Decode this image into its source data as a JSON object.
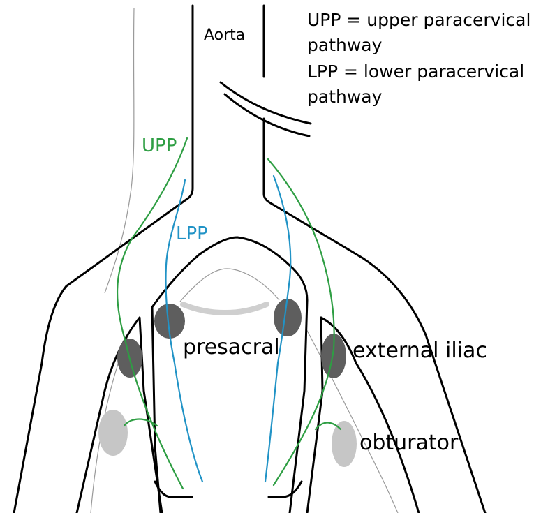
{
  "labels": {
    "aorta": "Aorta",
    "upp": "UPP",
    "lpp": "LPP",
    "presacral": "presacral",
    "external_iliac": "external iliac",
    "obturator": "obturator"
  },
  "legend": {
    "line1": "UPP = upper paracervical",
    "line2": "pathway",
    "line3": "LPP = lower paracervical",
    "line4": "pathway"
  },
  "colors": {
    "upp": "#2e9e43",
    "lpp": "#2193c6",
    "vessel": "#000000",
    "node_dark": "#5e5e5e",
    "node_light": "#c6c6c6"
  }
}
